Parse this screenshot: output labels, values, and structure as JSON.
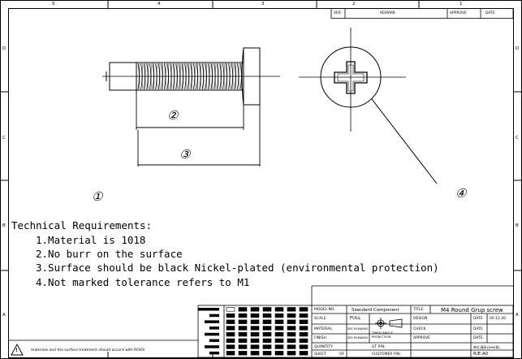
{
  "frame": {
    "columns": [
      "5",
      "4",
      "3",
      "2",
      "1"
    ],
    "rows": [
      "D",
      "C",
      "B",
      "A"
    ]
  },
  "revision_block": {
    "ver": "VER",
    "remark": "REMARK",
    "approve": "APPROVE",
    "date": "DATE"
  },
  "callouts": [
    "①",
    "②",
    "③",
    "④"
  ],
  "tech": {
    "heading": "Technical Requirements:",
    "items": [
      "1.Material is 1018",
      "2.No burr on the surface",
      "3.Surface should be black Nickel-plated (environmental protection)",
      "4.Not marked tolerance refers to M1"
    ]
  },
  "warning": {
    "symbol": "!",
    "text": "materials and the surface treatment should accord with ROHS"
  },
  "title_block": {
    "model_no_label": "MODEL NO.",
    "model_no_value": "Standard Component",
    "title_label": "TITLE:",
    "title_value": "M4 Round Grup screw",
    "scale_label": "SCALE",
    "scale_value": "FULL",
    "material_label": "MATERIAL",
    "material_value": "SEE REMARKS",
    "finish_label": "FINISH",
    "finish_value": "SEE REMARKS",
    "quantity_label": "QUANTITY",
    "sheet_label": "SHEET",
    "sheet_of": "OF",
    "projection_label": "THIRD ANGLE PROJECTION",
    "gt_pn_label": "GT P/N:",
    "customer_pn_label": "CUSTOMER P/N:",
    "design_label": "DESIGN",
    "check_label": "CHECK",
    "approve_label": "APPROVE",
    "date_label": "DATE",
    "date_value": "00.12.20",
    "unit_label": "单位(毫米)/MM(如)",
    "rev_label": "R/E:A0"
  }
}
